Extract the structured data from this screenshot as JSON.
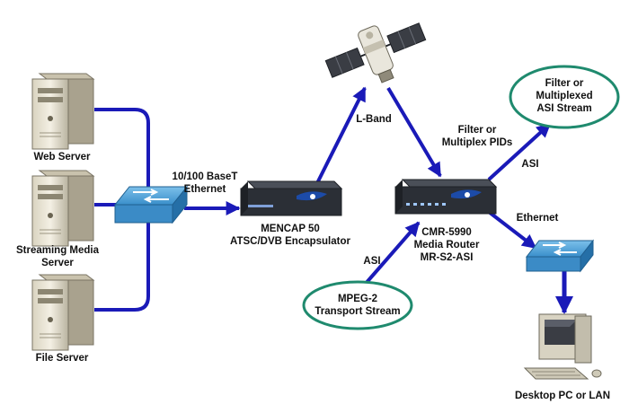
{
  "diagram": {
    "nodes": {
      "web_server": {
        "label": "Web Server"
      },
      "streaming_server": {
        "label_lines": [
          "Streaming Media",
          "Server"
        ]
      },
      "file_server": {
        "label": "File Server"
      },
      "encapsulator": {
        "label_lines": [
          "MENCAP 50",
          "ATSC/DVB Encapsulator"
        ]
      },
      "router": {
        "label_lines": [
          "CMR-5990",
          "Media Router",
          "MR-S2-ASI"
        ]
      },
      "filter_stream": {
        "label_lines": [
          "Filter or",
          "Multiplexed",
          "ASI Stream"
        ]
      },
      "mpeg_stream": {
        "label_lines": [
          "MPEG-2",
          "Transport Stream"
        ]
      },
      "desktop": {
        "label": "Desktop PC or LAN"
      }
    },
    "edges": {
      "ethernet_in": {
        "label_lines": [
          "10/100 BaseT",
          "Ethernet"
        ]
      },
      "l_band": {
        "label": "L-Band"
      },
      "filter_pids": {
        "label_lines": [
          "Filter or",
          "Multiplex PIDs"
        ]
      },
      "asi_out": {
        "label": "ASI"
      },
      "ethernet_out": {
        "label": "Ethernet"
      },
      "asi_in": {
        "label": "ASI"
      }
    },
    "colors": {
      "link": "#1a1ab8",
      "ellipse_stroke": "#1f8a6e",
      "switch": "#4fa3d8",
      "device_body": "#2b2f36",
      "device_logo": "#1c4ba8"
    }
  }
}
